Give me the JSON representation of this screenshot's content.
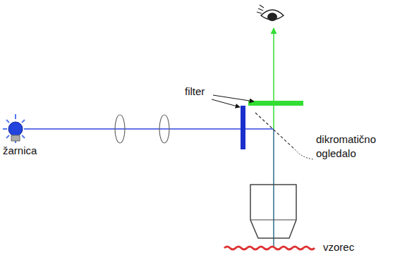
{
  "diagram": {
    "labels": [
      "filter",
      "žarnica",
      "dikromatično ogledalo",
      "vzorec"
    ]
  }
}
